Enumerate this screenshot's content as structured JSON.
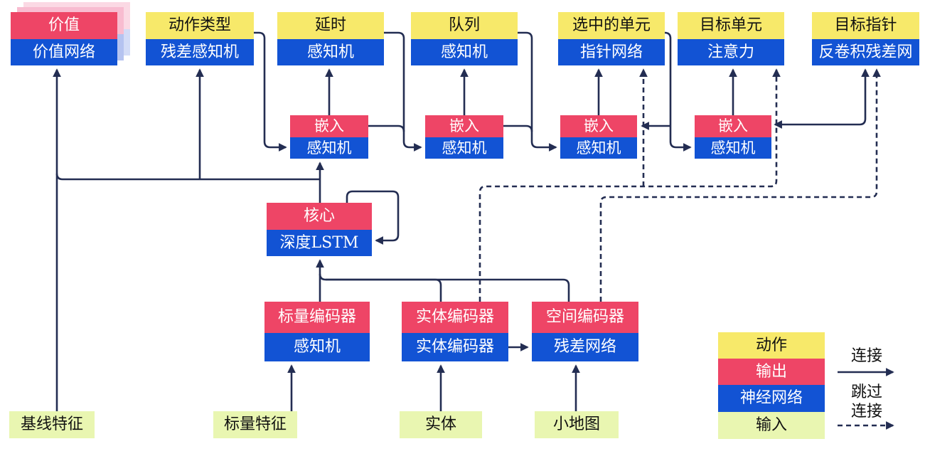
{
  "diagram_title": "alphastar-architecture",
  "boxes": {
    "value": {
      "top": "价值",
      "bottom": "价值网络"
    },
    "action_type": {
      "top": "动作类型",
      "bottom": "残差感知机"
    },
    "delay": {
      "top": "延时",
      "bottom": "感知机"
    },
    "queue": {
      "top": "队列",
      "bottom": "感知机"
    },
    "selected_units": {
      "top": "选中的单元",
      "bottom": "指针网络"
    },
    "target_unit": {
      "top": "目标单元",
      "bottom": "注意力"
    },
    "target_point": {
      "top": "目标指针",
      "bottom": "反卷积残差网"
    },
    "embed1": {
      "top": "嵌入",
      "bottom": "感知机"
    },
    "embed2": {
      "top": "嵌入",
      "bottom": "感知机"
    },
    "embed3": {
      "top": "嵌入",
      "bottom": "感知机"
    },
    "embed4": {
      "top": "嵌入",
      "bottom": "感知机"
    },
    "core": {
      "top": "核心",
      "bottom": "深度LSTM"
    },
    "scalar_encoder": {
      "top": "标量编码器",
      "bottom": "感知机"
    },
    "entity_encoder": {
      "top": "实体编码器",
      "bottom": "实体编码器"
    },
    "spatial_encoder": {
      "top": "空间编码器",
      "bottom": "残差网络"
    },
    "baseline_features": "基线特征",
    "scalar_features": "标量特征",
    "entities": "实体",
    "minimap": "小地图"
  },
  "legend": {
    "action": "动作",
    "output": "输出",
    "neural_network": "神经网络",
    "input": "输入",
    "connection_label": "连接",
    "skip_label_line1": "跳过",
    "skip_label_line2": "连接"
  },
  "colors": {
    "action_yellow": "#F7E96A",
    "output_red": "#EE4566",
    "network_blue": "#1253D4",
    "input_green": "#E9F6B1",
    "line_navy": "#232D52",
    "value_shadow_pink": "#F8BCD0",
    "value_shadow_blue": "#B5C3F0"
  }
}
